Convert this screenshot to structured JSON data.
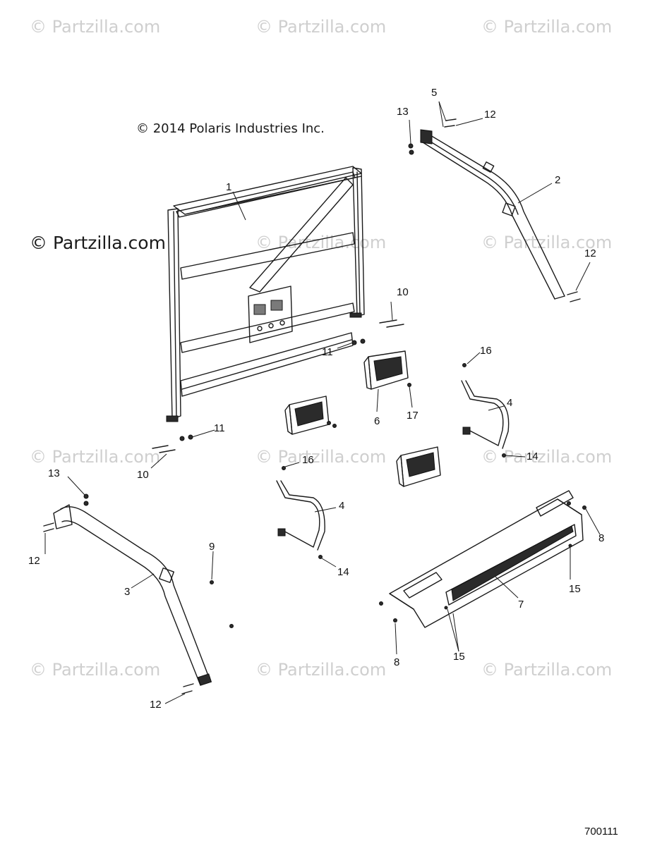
{
  "watermark_text": "© Partzilla.com",
  "copyright": "© 2014 Polaris Industries Inc.",
  "doc_number": "700111",
  "callouts": {
    "c1": "1",
    "c2": "2",
    "c3": "3",
    "c4a": "4",
    "c4b": "4",
    "c5": "5",
    "c6": "6",
    "c7": "7",
    "c8a": "8",
    "c8b": "8",
    "c9": "9",
    "c10a": "10",
    "c10b": "10",
    "c11a": "11",
    "c11b": "11",
    "c12a": "12",
    "c12b": "12",
    "c12c": "12",
    "c12d": "12",
    "c13a": "13",
    "c13b": "13",
    "c14a": "14",
    "c14b": "14",
    "c15a": "15",
    "c15b": "15",
    "c16a": "16",
    "c16b": "16",
    "c17": "17"
  }
}
